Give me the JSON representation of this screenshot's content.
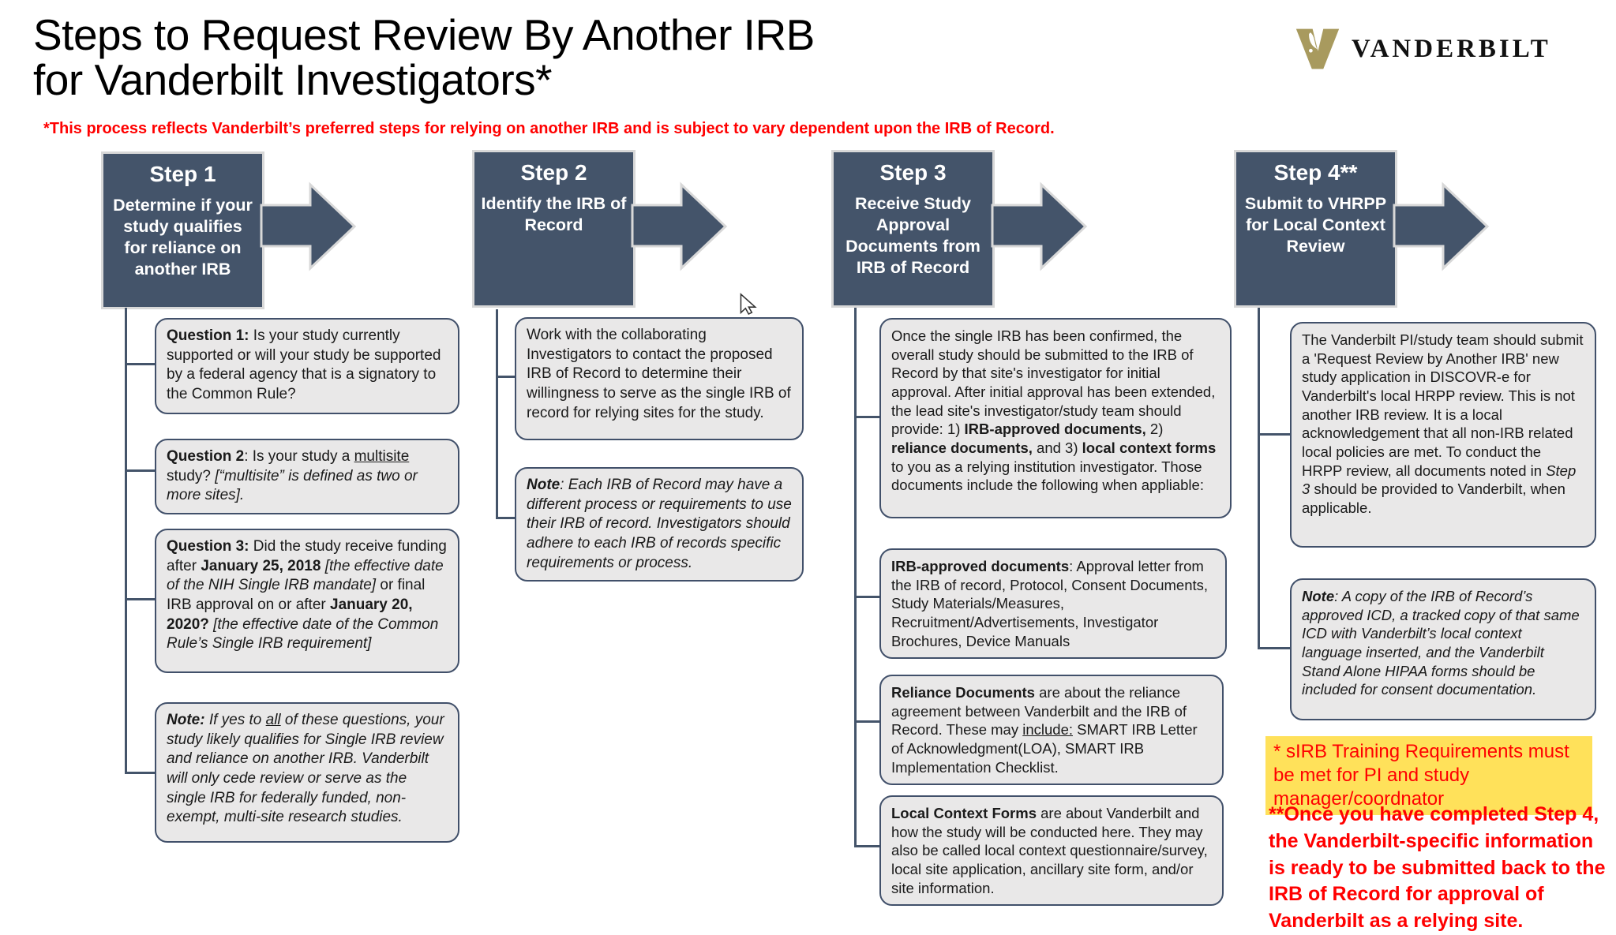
{
  "page": {
    "title_line1": "Steps to Request Review By Another IRB",
    "title_line2": "for Vanderbilt Investigators*",
    "disclaimer": "*This process reflects Vanderbilt’s preferred steps for relying on another IRB and is subject to vary dependent upon the IRB of Record."
  },
  "logo": {
    "wordmark": "VANDERBILT",
    "mark": "vanderbilt-v-oak-leaf"
  },
  "colors": {
    "step_fill": "#44546A",
    "step_border": "#D8D8D8",
    "box_fill": "#E9E8E8",
    "box_border": "#41506A",
    "red": "#FF0000",
    "highlight_yellow": "#FFE15A",
    "logo_gold": "#A89A5E"
  },
  "steps": [
    {
      "title": "Step 1",
      "subtitle": "Determine if your study qualifies for reliance on another IRB"
    },
    {
      "title": "Step 2",
      "subtitle": "Identify the IRB of Record"
    },
    {
      "title": "Step 3",
      "subtitle": "Receive Study Approval Documents from IRB of Record"
    },
    {
      "title": "Step 4**",
      "subtitle": "Submit to VHRPP for Local Context Review"
    }
  ],
  "boxes": {
    "q1": [
      {
        "t": "Question 1: ",
        "b": true
      },
      {
        "t": "Is your study currently supported or will your study be supported by a federal agency that is a signatory to the Common Rule?"
      }
    ],
    "q2": [
      {
        "t": "Question 2",
        "b": true
      },
      {
        "t": ": Is your study a "
      },
      {
        "t": "multisite",
        "u": true
      },
      {
        "t": " study? "
      },
      {
        "t": "[“multisite” is defined as two or more sites].",
        "i": true
      }
    ],
    "q3": [
      {
        "t": "Question 3: ",
        "b": true
      },
      {
        "t": "Did the study receive funding after "
      },
      {
        "t": "January 25, 2018 ",
        "b": true
      },
      {
        "t": "[the effective date of the NIH Single IRB mandate]",
        "i": true
      },
      {
        "t": " or final IRB approval on or after "
      },
      {
        "t": "January 20, 2020? ",
        "b": true
      },
      {
        "t": "[the effective date of the Common Rule’s Single IRB requirement]",
        "i": true
      }
    ],
    "note1": [
      {
        "t": "Note: ",
        "b": true,
        "i": true
      },
      {
        "t": "If yes to ",
        "i": true
      },
      {
        "t": "all",
        "i": true,
        "u": true
      },
      {
        "t": " of these questions, your study likely qualifies for Single IRB review and reliance on another IRB. Vanderbilt will only cede review or serve as the single IRB for federally funded, non-exempt, multi-site research studies.",
        "i": true
      }
    ],
    "s2_main": [
      {
        "t": "Work with the collaborating Investigators to contact the proposed IRB of Record to determine their willingness to serve as the single IRB of record for relying sites for the study."
      }
    ],
    "s2_note": [
      {
        "t": "Note",
        "b": true,
        "i": true
      },
      {
        "t": ": Each IRB of Record may have a different process or requirements to use their IRB of record. Investigators should adhere to each IRB of records specific requirements or process.",
        "i": true
      }
    ],
    "s3_main": [
      {
        "t": "Once the single IRB has been confirmed, the overall study should be submitted to the IRB of Record by that site's investigator for initial approval. After initial approval has been extended, the lead site's investigator/study team should provide: 1) "
      },
      {
        "t": "IRB-approved documents,",
        "b": true
      },
      {
        "t": " 2) "
      },
      {
        "t": "reliance documents,",
        "b": true
      },
      {
        "t": " and 3) "
      },
      {
        "t": "local context forms",
        "b": true
      },
      {
        "t": " to you as a relying institution investigator. Those documents include the following when appliable:"
      }
    ],
    "s3_irb": [
      {
        "t": "IRB-approved documents",
        "b": true
      },
      {
        "t": ": Approval letter from the IRB of record, Protocol, Consent Documents, Study Materials/Measures, Recruitment/Advertisements, Investigator Brochures, Device Manuals"
      }
    ],
    "s3_reliance": [
      {
        "t": "Reliance Documents",
        "b": true
      },
      {
        "t": " are about the reliance agreement between Vanderbilt and the IRB of Record. These may "
      },
      {
        "t": "include:",
        "u": true
      },
      {
        "t": " SMART IRB Letter of Acknowledgment(LOA), SMART IRB Implementation Checklist."
      }
    ],
    "s3_local": [
      {
        "t": "Local Context Forms",
        "b": true
      },
      {
        "t": " are about Vanderbilt and how the study will be conducted here. They may also be called  local context questionnaire/survey, local site application, ancillary site form, and/or site information."
      }
    ],
    "s4_main": [
      {
        "t": "The Vanderbilt PI/study team should submit a 'Request Review by Another IRB' new study application in DISCOVR-e for Vanderbilt's local HRPP review. This is not another IRB review. It is a local acknowledgement that all non-IRB related local policies are met. To conduct the HRPP review, all documents noted in "
      },
      {
        "t": "Step 3",
        "i": true
      },
      {
        "t": " should be provided to Vanderbilt, when applicable."
      }
    ],
    "s4_note": [
      {
        "t": "Note",
        "b": true,
        "i": true
      },
      {
        "t": ": A copy of the IRB of Record’s approved ICD,  a tracked copy of that same ICD with Vanderbilt’s local context language inserted, and the Vanderbilt Stand Alone HIPAA forms should be included for consent documentation.",
        "i": true
      }
    ]
  },
  "footnotes": {
    "sirb_training": "* sIRB Training Requirements must be met for PI and study manager/coordnator",
    "step4_completion": "**Once you have completed Step 4, the Vanderbilt-specific information is ready to be submitted back to the IRB of Record for approval of Vanderbilt as a relying site."
  }
}
